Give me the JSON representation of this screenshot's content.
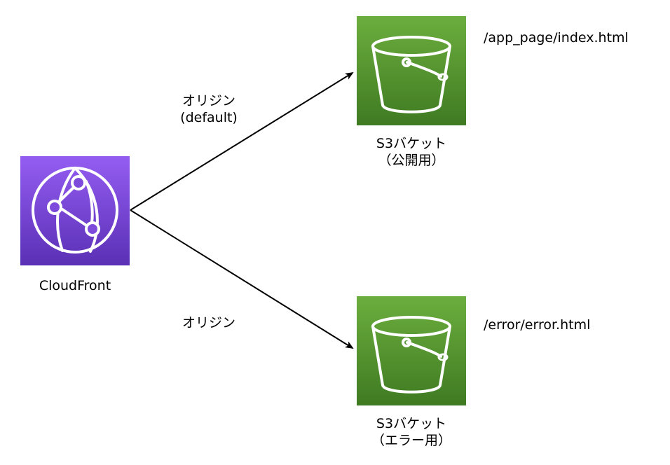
{
  "cloudfront": {
    "label": "CloudFront",
    "icon": "cloudfront-icon",
    "gradient_top": "#945DF2",
    "gradient_bottom": "#5A30B5"
  },
  "edges": [
    {
      "label_line1": "オリジン",
      "label_line2": "(default)",
      "target": "bucket_public"
    },
    {
      "label_line1": "オリジン",
      "target": "bucket_error"
    }
  ],
  "bucket_public": {
    "icon": "s3-bucket-icon",
    "label_line1": "S3バケット",
    "label_line2": "（公開用）",
    "path": "/app_page/index.html"
  },
  "bucket_error": {
    "icon": "s3-bucket-icon",
    "label_line1": "S3バケット",
    "label_line2": "（エラー用）",
    "path": "/error/error.html"
  },
  "colors": {
    "s3_gradient_top": "#6CAE3E",
    "s3_gradient_bottom": "#3F7A22",
    "arrow": "#000000"
  }
}
